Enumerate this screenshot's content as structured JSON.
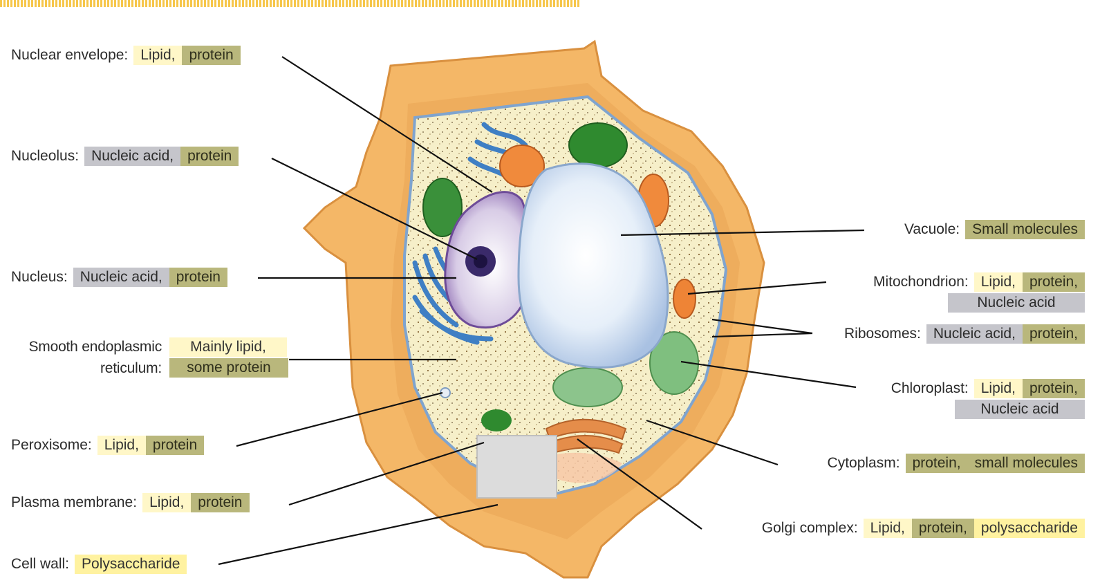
{
  "colors": {
    "lipid": "#fff7c8",
    "protein": "#b9b77c",
    "nucleic_acid": "#c5c5cb",
    "polysaccharide": "#fff2a0",
    "cell_wall": "#f3b46a",
    "vacuole": "#dfeaf6",
    "nucleus": "#a48cc0",
    "chloroplast": "#3f9a3f",
    "mitochondrion": "#e98a3d"
  },
  "labels": {
    "nuclear_envelope": {
      "term": "Nuclear envelope:",
      "parts": [
        "Lipid,",
        "protein"
      ]
    },
    "nucleolus": {
      "term": "Nucleolus:",
      "parts": [
        "Nucleic acid,",
        "protein"
      ]
    },
    "nucleus": {
      "term": "Nucleus:",
      "parts": [
        "Nucleic acid,",
        "protein"
      ]
    },
    "smooth_er": {
      "term1": "Smooth endoplasmic",
      "term2": "reticulum:",
      "parts": [
        "Mainly lipid,",
        "some protein"
      ]
    },
    "peroxisome": {
      "term": "Peroxisome:",
      "parts": [
        "Lipid,",
        "protein"
      ]
    },
    "plasma_membrane": {
      "term": "Plasma membrane:",
      "parts": [
        "Lipid,",
        "protein"
      ]
    },
    "cell_wall": {
      "term": "Cell wall:",
      "parts": [
        "Polysaccharide"
      ]
    },
    "vacuole": {
      "term": "Vacuole:",
      "parts": [
        "Small molecules"
      ]
    },
    "mitochondrion": {
      "term": "Mitochondrion:",
      "parts": [
        "Lipid,",
        "protein,",
        "Nucleic acid"
      ]
    },
    "ribosomes": {
      "term": "Ribosomes:",
      "parts": [
        "Nucleic acid,",
        "protein,"
      ]
    },
    "chloroplast": {
      "term": "Chloroplast:",
      "parts": [
        "Lipid,",
        "protein,",
        "Nucleic acid"
      ]
    },
    "cytoplasm": {
      "term": "Cytoplasm:",
      "parts": [
        "protein,",
        "small molecules"
      ]
    },
    "golgi": {
      "term": "Golgi complex:",
      "parts": [
        "Lipid,",
        "protein,",
        "polysaccharide"
      ]
    }
  }
}
